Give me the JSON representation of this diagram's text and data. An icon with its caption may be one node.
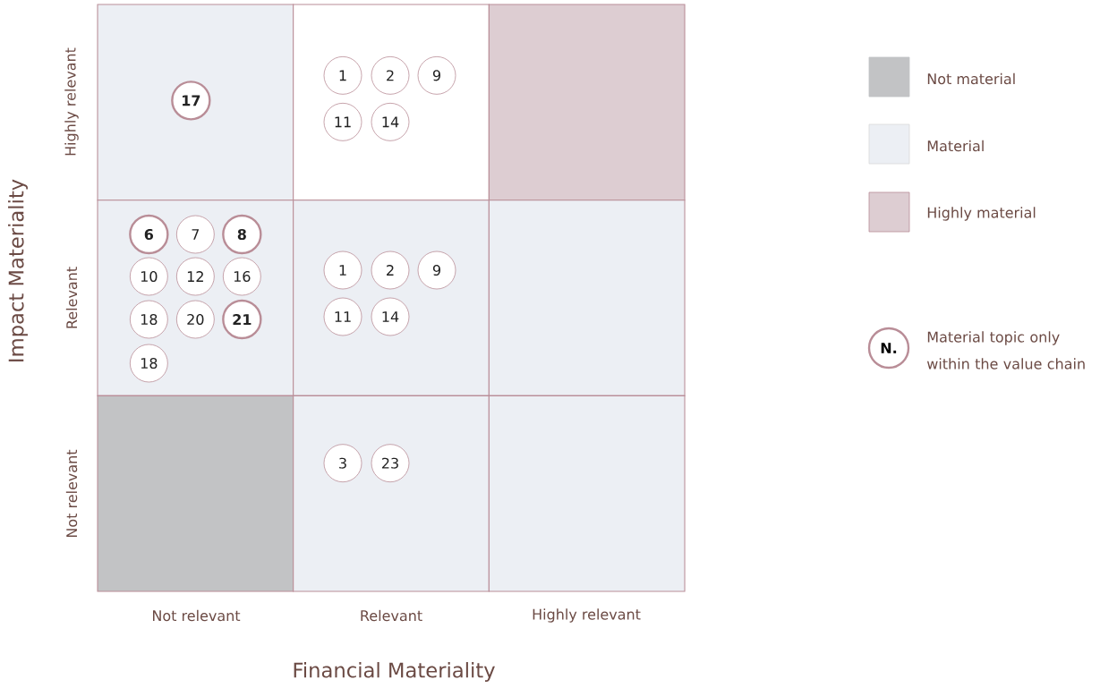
{
  "diagram": {
    "nodes": [
      {
        "text": [],
        "shape": "box"
      },
      {
        "text": [
          "17"
        ],
        "in": 0
      },
      {
        "text": [],
        "shape": "box"
      },
      {
        "text": [
          "1"
        ],
        "in": 2
      },
      {
        "text": [
          "2"
        ],
        "in": 2
      },
      {
        "text": [
          "9"
        ],
        "in": 2
      },
      {
        "text": [
          "11"
        ],
        "in": 2
      },
      {
        "text": [
          "14"
        ],
        "in": 2
      },
      {
        "text": [],
        "shape": "box"
      },
      {
        "text": [],
        "shape": "box"
      },
      {
        "text": [
          "6"
        ],
        "in": 9
      },
      {
        "text": [
          "7"
        ],
        "in": 9
      },
      {
        "text": [
          "8"
        ],
        "in": 9
      },
      {
        "text": [
          "10"
        ],
        "in": 9
      },
      {
        "text": [
          "12"
        ],
        "in": 9
      },
      {
        "text": [
          "16"
        ],
        "in": 9
      },
      {
        "text": [
          "18"
        ],
        "in": 9
      },
      {
        "text": [
          "20"
        ],
        "in": 9
      },
      {
        "text": [
          "21"
        ],
        "in": 9
      },
      {
        "text": [
          "18"
        ],
        "in": 9
      },
      {
        "text": [],
        "shape": "box"
      },
      {
        "text": [
          "1"
        ],
        "in": 20
      },
      {
        "text": [
          "2"
        ],
        "in": 20
      },
      {
        "text": [
          "9"
        ],
        "in": 20
      },
      {
        "text": [
          "11"
        ],
        "in": 20
      },
      {
        "text": [
          "14"
        ],
        "in": 20
      },
      {
        "text": [],
        "shape": "box"
      },
      {
        "text": [],
        "shape": "box"
      },
      {
        "text": [],
        "shape": "box"
      },
      {
        "text": [
          "3"
        ],
        "in": 28
      },
      {
        "text": [
          "23"
        ],
        "in": 28
      },
      {
        "text": [],
        "shape": "box"
      }
    ],
    "labels": [
      "Impact Materiality",
      "Highly relevant",
      "Relevant",
      "Not relevant",
      "N.",
      "Not relevant",
      "Relevant",
      "Highly relevant",
      "Financial Materiality"
    ],
    "legend": [
      {
        "text": "Not material",
        "color": "#c2c3c5"
      },
      {
        "text": "Material",
        "color": "#eceff4"
      },
      {
        "text": "Highly material",
        "color": "#ddcdd2"
      },
      {
        "text": "Material topic only within the value chain"
      }
    ]
  }
}
